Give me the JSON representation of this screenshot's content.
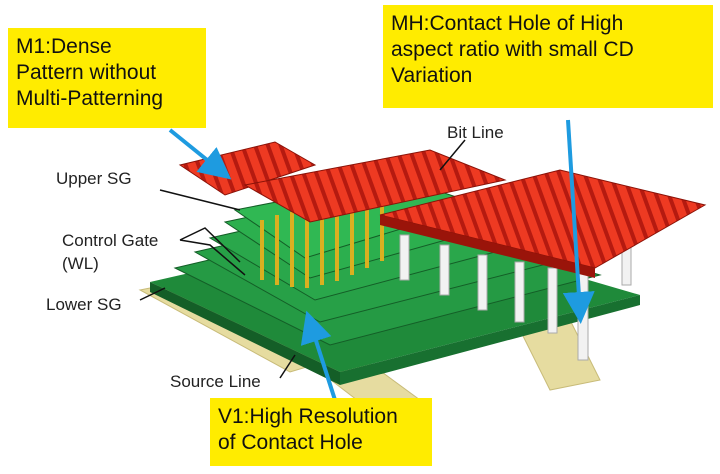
{
  "callouts": {
    "m1": {
      "line1": "M1:Dense",
      "line2": "Pattern without",
      "line3": "Multi-Patterning"
    },
    "mh": {
      "line1": "MH:Contact Hole of High",
      "line2": "aspect ratio with small CD",
      "line3": "Variation"
    },
    "v1": {
      "line1": "V1:High Resolution",
      "line2": "of Contact Hole"
    }
  },
  "labels": {
    "bit_line": "Bit Line",
    "upper_sg": "Upper SG",
    "control_gate_1": "Control Gate",
    "control_gate_2": "(WL)",
    "lower_sg": "Lower SG",
    "source_line": "Source Line"
  },
  "colors": {
    "callout": "#ffec00",
    "arrow": "#1e9be0",
    "gate_green": "#1f8a3a",
    "bitline_red": "#e8321e",
    "source_tan": "#e6dca0"
  }
}
